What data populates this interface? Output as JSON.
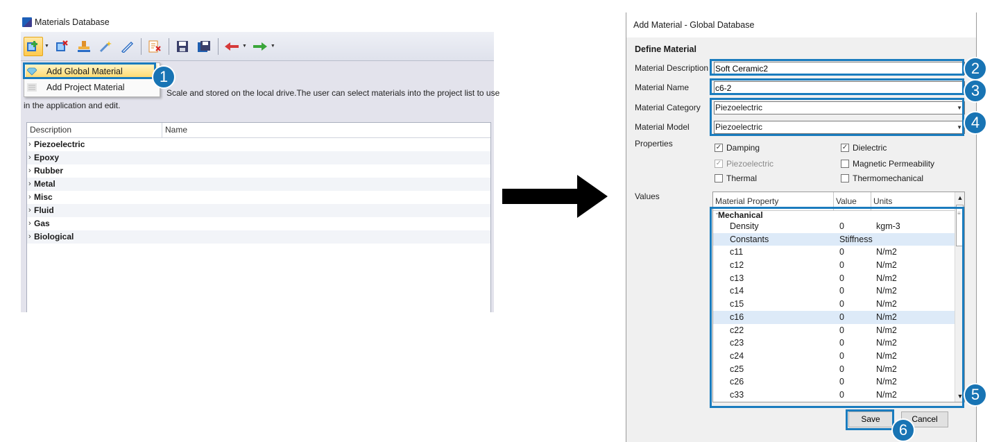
{
  "left_window": {
    "title": "Materials Database",
    "description_line1": "Scale and stored on the local drive.The user can select materials into the project list to use",
    "description_line2": "in the application and edit.",
    "menu": {
      "add_global": "Add Global Material",
      "add_project": "Add Project Material"
    },
    "grid": {
      "columns": [
        "Description",
        "Name"
      ],
      "rows": [
        "Piezoelectric",
        "Epoxy",
        "Rubber",
        "Metal",
        "Misc",
        "Fluid",
        "Gas",
        "Biological"
      ]
    },
    "toolbar_icons": [
      "add-material-icon",
      "delete-material-icon",
      "stamp-icon",
      "magic-wand-icon",
      "edit-icon",
      "delete-document-icon",
      "save-icon",
      "save-all-icon",
      "back-arrow-icon",
      "forward-arrow-icon"
    ],
    "accent": "#ffc94d"
  },
  "dialog": {
    "title": "Add Material - Global Database",
    "heading": "Define Material",
    "labels": {
      "description": "Material Description",
      "name": "Material Name",
      "category": "Material Category",
      "model": "Material Model",
      "properties": "Properties",
      "values": "Values"
    },
    "fields": {
      "description": "Soft Ceramic2",
      "name": "c6-2",
      "category": "Piezoelectric",
      "model": "Piezoelectric"
    },
    "properties": {
      "damping": "Damping",
      "dielectric": "Dielectric",
      "piezoelectric": "Piezoelectric",
      "magnetic": "Magnetic Permeability",
      "thermal": "Thermal",
      "thermomechanical": "Thermomechanical"
    },
    "values_grid": {
      "columns": [
        "Material Property",
        "Value",
        "Units"
      ],
      "group": "Mechanical",
      "rows": [
        {
          "prop": "Density",
          "value": "0",
          "unit": "kgm-3"
        },
        {
          "prop": "Constants",
          "value": "Stiffness",
          "unit": ""
        },
        {
          "prop": "c11",
          "value": "0",
          "unit": "N/m2"
        },
        {
          "prop": "c12",
          "value": "0",
          "unit": "N/m2"
        },
        {
          "prop": "c13",
          "value": "0",
          "unit": "N/m2"
        },
        {
          "prop": "c14",
          "value": "0",
          "unit": "N/m2"
        },
        {
          "prop": "c15",
          "value": "0",
          "unit": "N/m2"
        },
        {
          "prop": "c16",
          "value": "0",
          "unit": "N/m2"
        },
        {
          "prop": "c22",
          "value": "0",
          "unit": "N/m2"
        },
        {
          "prop": "c23",
          "value": "0",
          "unit": "N/m2"
        },
        {
          "prop": "c24",
          "value": "0",
          "unit": "N/m2"
        },
        {
          "prop": "c25",
          "value": "0",
          "unit": "N/m2"
        },
        {
          "prop": "c26",
          "value": "0",
          "unit": "N/m2"
        },
        {
          "prop": "c33",
          "value": "0",
          "unit": "N/m2"
        }
      ]
    },
    "buttons": {
      "save": "Save",
      "cancel": "Cancel"
    }
  },
  "callouts": [
    "1",
    "2",
    "3",
    "4",
    "5",
    "6"
  ],
  "colors": {
    "callout": "#1874b4",
    "highlight": "#1a7cbe"
  }
}
